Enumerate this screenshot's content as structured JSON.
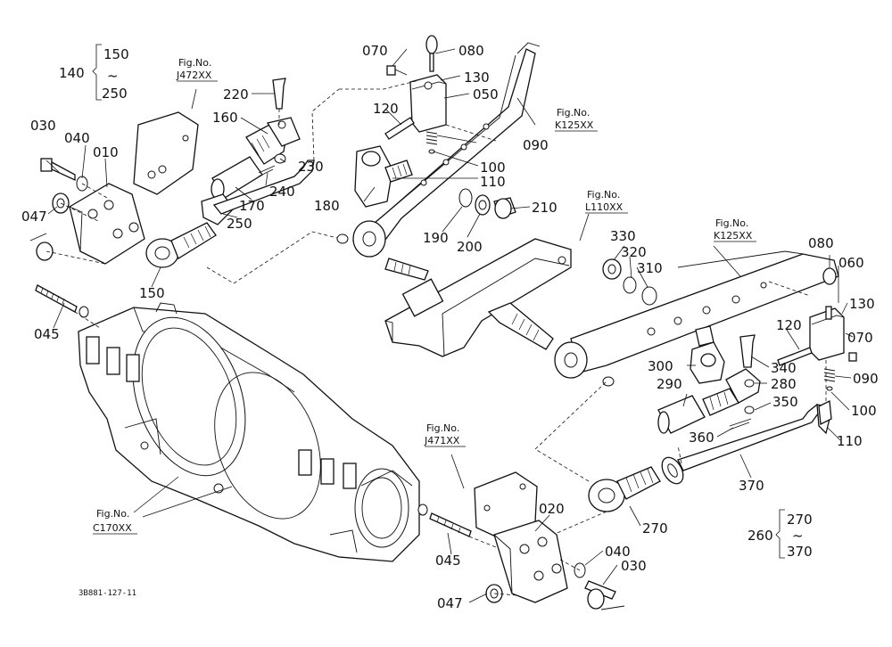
{
  "footer_code": "3B881-127-11",
  "labels": {
    "p140": "140",
    "p150_range_top": "150",
    "p150_range_tilde": "~",
    "p250_range_bottom": "250",
    "p030_left": "030",
    "p040_left": "040",
    "p010": "010",
    "p047_left": "047",
    "p150": "150",
    "p045_left": "045",
    "p220": "220",
    "p160": "160",
    "p230": "230",
    "p240": "240",
    "p170": "170",
    "p250": "250",
    "p180": "180",
    "p070_top": "070",
    "p080_top": "080",
    "p130_top": "130",
    "p050": "050",
    "p120_top": "120",
    "p090_top": "090",
    "p100_top": "100",
    "p110_top": "110",
    "p190": "190",
    "p200": "200",
    "p210": "210",
    "p330": "330",
    "p320": "320",
    "p310": "310",
    "p080_right": "080",
    "p060": "060",
    "p130_right": "130",
    "p070_right": "070",
    "p120_right": "120",
    "p340": "340",
    "p300": "300",
    "p280": "280",
    "p090_right": "090",
    "p290": "290",
    "p350": "350",
    "p100_right": "100",
    "p360": "360",
    "p110_right": "110",
    "p370": "370",
    "p270": "270",
    "p260": "260",
    "p270_range_top": "270",
    "p270_range_tilde": "~",
    "p370_range_bottom": "370",
    "p020": "020",
    "p045_bottom": "045",
    "p040_bottom": "040",
    "p030_bottom": "030",
    "p047_bottom": "047"
  },
  "fig_refs": {
    "j472_label": "Fig.No.",
    "j472_code": "J472XX",
    "k125_top_label": "Fig.No.",
    "k125_top_code": "K125XX",
    "l110_label": "Fig.No.",
    "l110_code": "L110XX",
    "k125_right_label": "Fig.No.",
    "k125_right_code": "K125XX",
    "j471_label": "Fig.No.",
    "j471_code": "J471XX",
    "c170_label": "Fig.No.",
    "c170_code": "C170XX"
  }
}
